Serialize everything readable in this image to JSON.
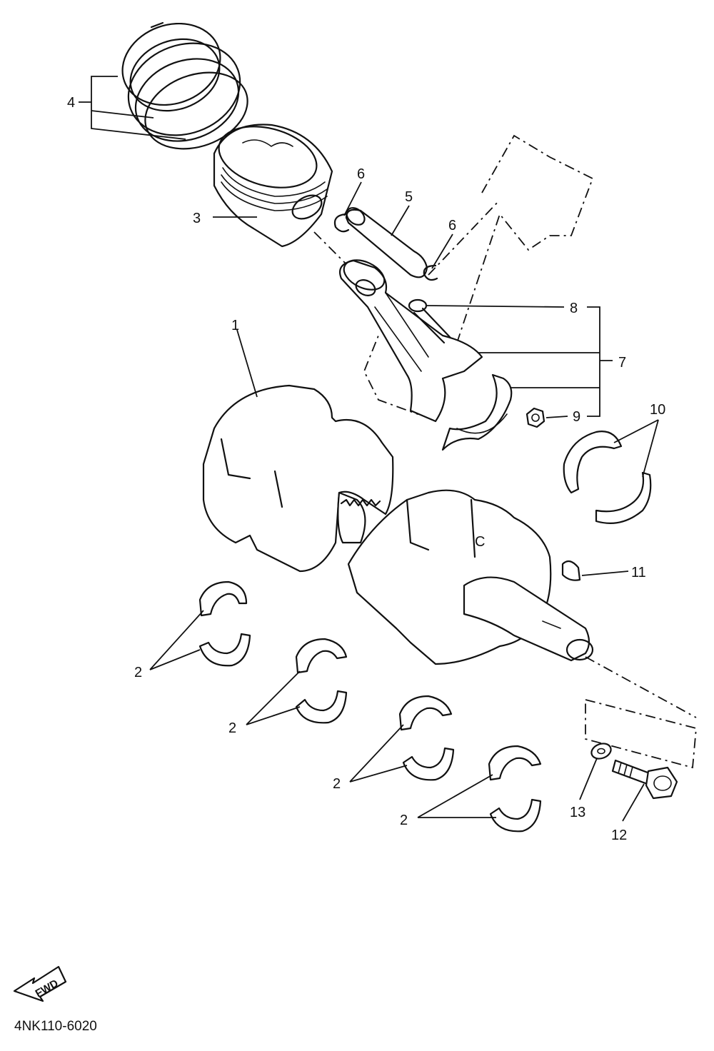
{
  "diagram_code": "4NK110-6020",
  "fwd_label": "FWD",
  "callouts": {
    "c1": "1",
    "c2a": "2",
    "c2b": "2",
    "c2c": "2",
    "c2d": "2",
    "c3": "3",
    "c4": "4",
    "c5": "5",
    "c6a": "6",
    "c6b": "6",
    "c7": "7",
    "c8": "8",
    "c9": "9",
    "c10": "10",
    "c11": "11",
    "c12": "12",
    "c13": "13"
  }
}
